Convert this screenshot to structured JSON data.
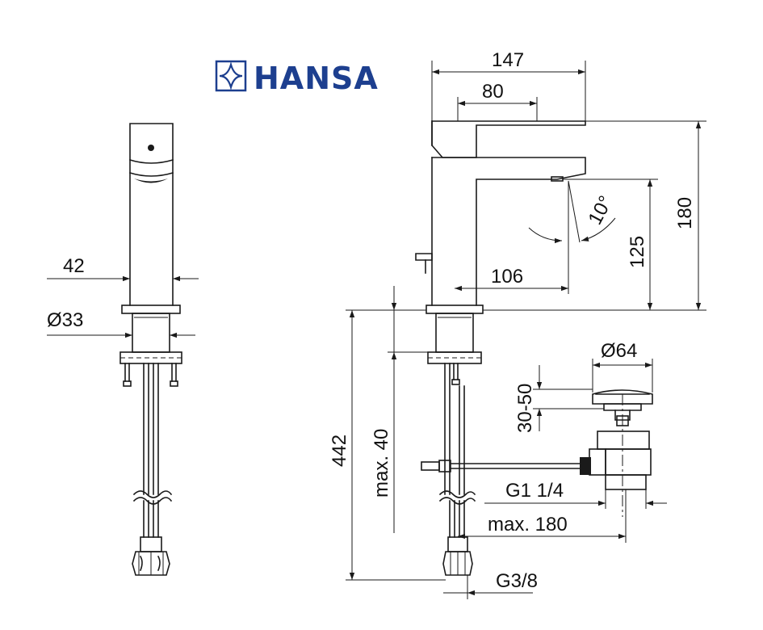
{
  "brand": {
    "name": "HANSA",
    "color": "#1d3f8f"
  },
  "dimensions": {
    "d147": "147",
    "d80": "80",
    "d180": "180",
    "d125": "125",
    "d106": "106",
    "angle": "10°",
    "d42": "42",
    "dia33": "Ø33",
    "dia64": "Ø64",
    "d30_50": "30-50",
    "d442": "442",
    "max40": "max. 40",
    "g1_1_4": "G1 1/4",
    "max180": "max. 180",
    "g3_8": "G3/8"
  }
}
